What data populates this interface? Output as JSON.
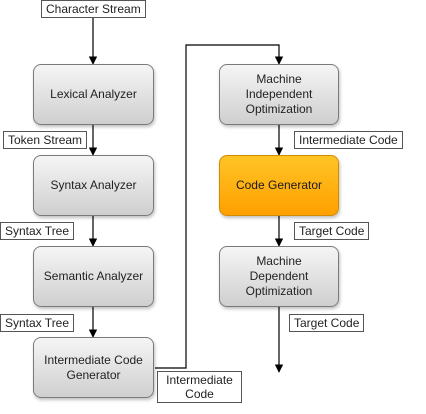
{
  "labels": {
    "character_stream": "Character Stream",
    "token_stream": "Token Stream",
    "syntax_tree_1": "Syntax Tree",
    "syntax_tree_2": "Syntax Tree",
    "intermediate_code_1": "Intermediate Code",
    "intermediate_code_2": "Intermediate Code",
    "target_code_1": "Target Code",
    "target_code_2": "Target Code"
  },
  "boxes": {
    "lexical": "Lexical Analyzer",
    "syntax": "Syntax Analyzer",
    "semantic": "Semantic Analyzer",
    "icg": "Intermediate Code Generator",
    "machine_independent": "Machine Independent Optimization",
    "code_generator": "Code Generator",
    "machine_dependent": "Machine Dependent Optimization"
  },
  "colors": {
    "highlight": "#ffa500",
    "box": "#d9d9d9",
    "line": "#000000"
  }
}
